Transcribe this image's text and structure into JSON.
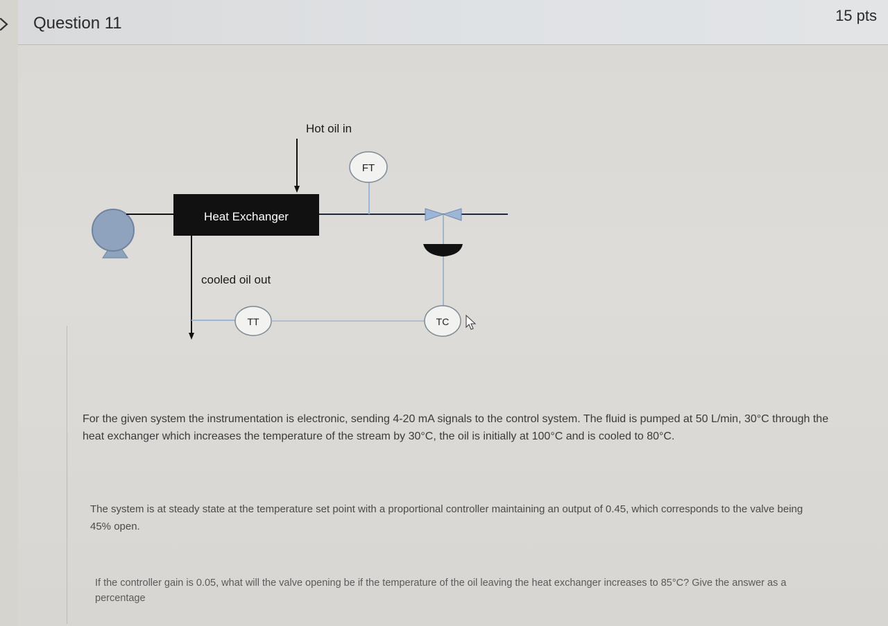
{
  "question": {
    "title": "Question 11",
    "points": "15 pts"
  },
  "diagram": {
    "hot_oil_label": "Hot oil in",
    "heat_exchanger_label": "Heat Exchanger",
    "cooled_oil_label": "cooled oil out",
    "flow_transmitter": "FT",
    "temp_transmitter": "TT",
    "temp_controller": "TC"
  },
  "text": {
    "paragraph_1": "For the given system the instrumentation is electronic, sending 4-20 mA signals to the control system. The fluid is pumped at 50 L/min, 30°C through the heat exchanger which increases the temperature of the stream by 30°C, the oil is initially at 100°C and is cooled to 80°C.",
    "paragraph_2": "The system is at steady state at the temperature set point with a proportional controller maintaining an output of 0.45, which corresponds to the valve being 45% open.",
    "paragraph_3": "If the controller gain is 0.05, what will the valve opening be if the temperature of the oil leaving the heat exchanger increases to 85°C? Give the answer as a percentage"
  },
  "colors": {
    "accent": "#9db6d6",
    "exchanger": "#111111",
    "pump": "#8fa3bf"
  }
}
